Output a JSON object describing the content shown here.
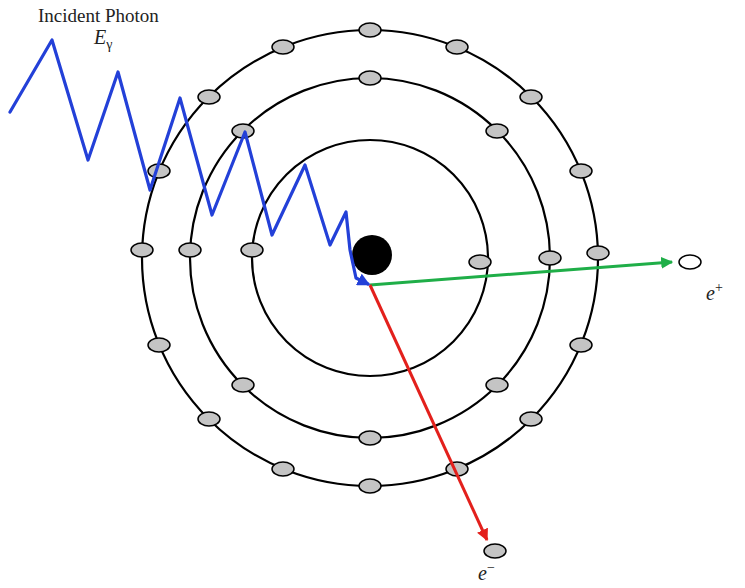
{
  "diagram": {
    "labels": [
      "Incident Photon",
      "Eγ",
      "e+",
      "e−"
    ]
  }
}
